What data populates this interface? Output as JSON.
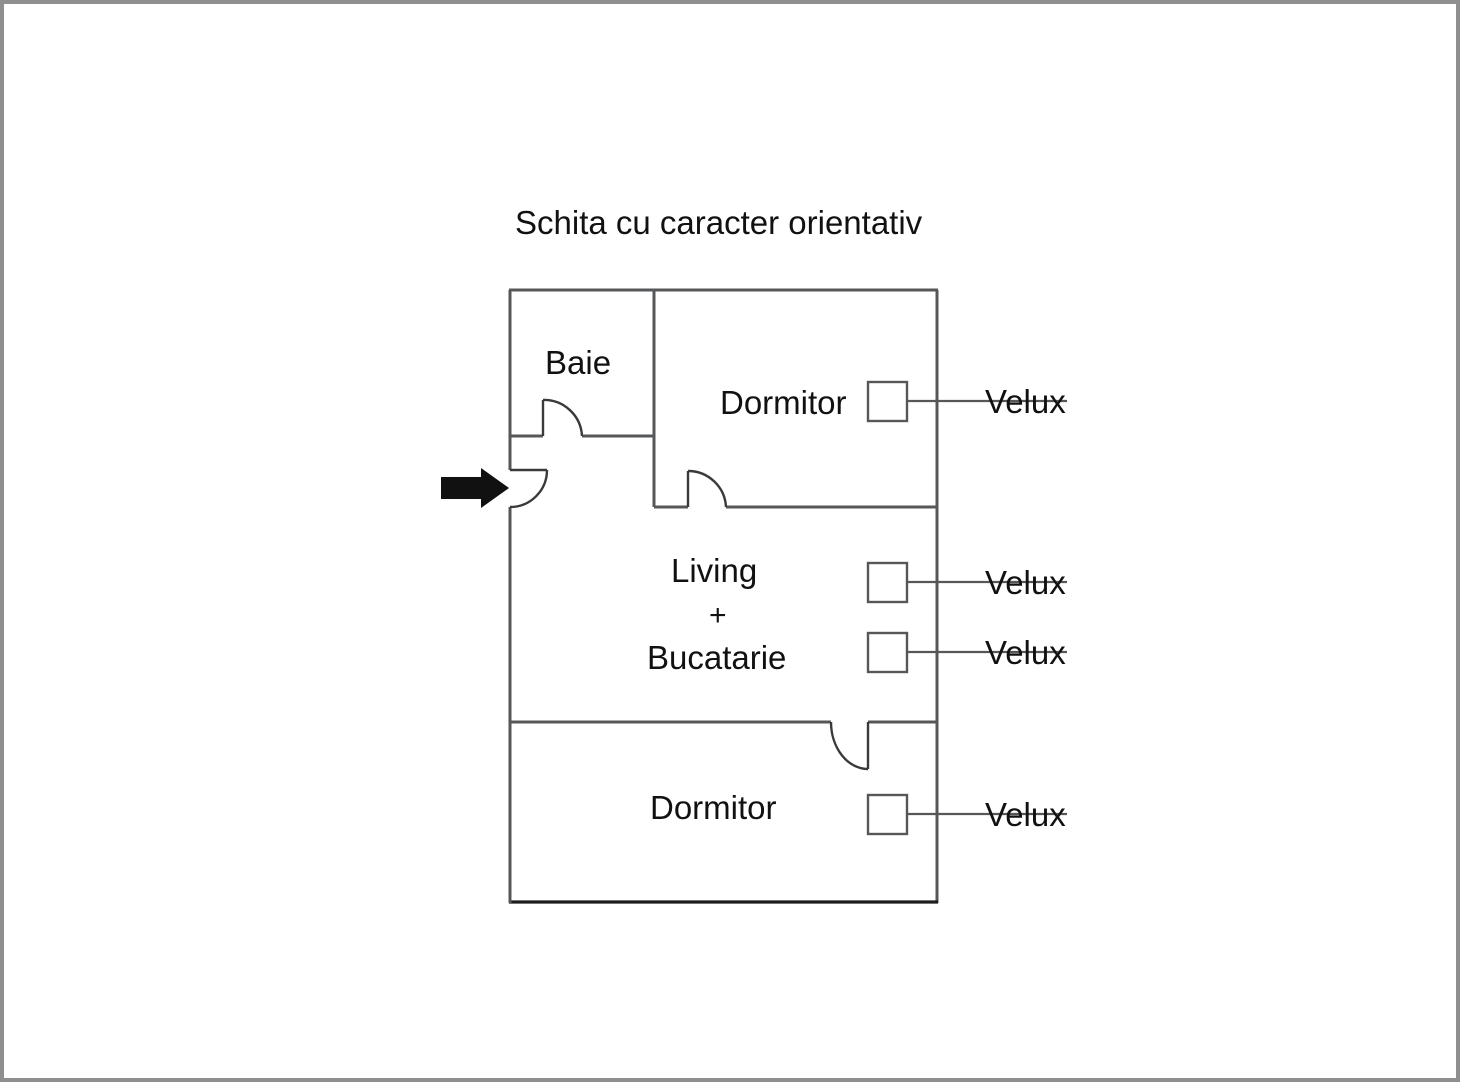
{
  "page": {
    "title": "Schita cu caracter orientativ",
    "background_color": "#ffffff",
    "border_color": "#8f8f8f",
    "wall_color": "#555759",
    "text_color": "#111111",
    "arrow_color": "#111111"
  },
  "floorplan": {
    "title": "Schita cu caracter orientativ",
    "entrance": {
      "marker": "entrance-arrow",
      "direction": "right"
    },
    "rooms": [
      {
        "id": "baie",
        "label": "Baie"
      },
      {
        "id": "dormitor-top",
        "label": "Dormitor"
      },
      {
        "id": "living-bucatarie",
        "label_line1": "Living",
        "label_plus": "+",
        "label_line2": "Bucatarie"
      },
      {
        "id": "dormitor-bottom",
        "label": "Dormitor"
      }
    ],
    "annotations": [
      {
        "id": "velux-1",
        "label": "Velux",
        "room": "dormitor-top"
      },
      {
        "id": "velux-2",
        "label": "Velux",
        "room": "living-bucatarie"
      },
      {
        "id": "velux-3",
        "label": "Velux",
        "room": "living-bucatarie"
      },
      {
        "id": "velux-4",
        "label": "Velux",
        "room": "dormitor-bottom"
      }
    ]
  }
}
